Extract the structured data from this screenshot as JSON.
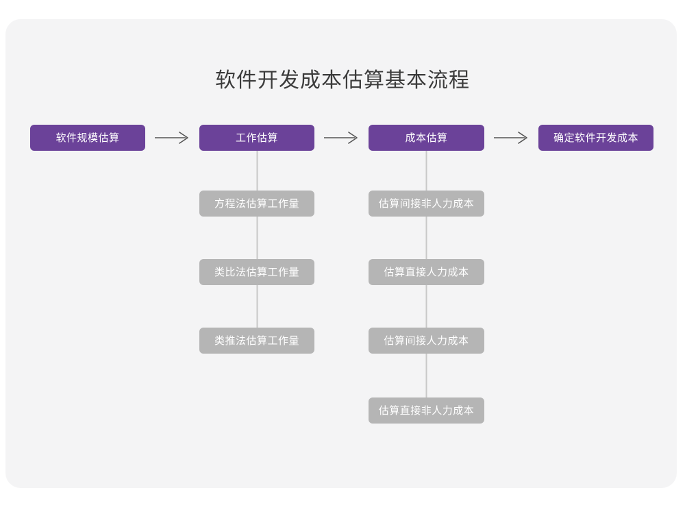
{
  "diagram": {
    "title": "软件开发成本估算基本流程",
    "type": "flowchart",
    "colors": {
      "canvas": "#ffffff",
      "card_background": "#f4f4f5",
      "primary_node": "#6b4299",
      "secondary_node": "#b5b5b5",
      "node_text": "#ffffff",
      "title_text": "#3b3b3b",
      "connector_line": "#c8c8c8",
      "arrow": "#555555"
    },
    "stages": [
      {
        "id": "s1",
        "label": "软件规模估算",
        "kind": "primary"
      },
      {
        "id": "s2",
        "label": "工作估算",
        "kind": "primary"
      },
      {
        "id": "s3",
        "label": "成本估算",
        "kind": "primary"
      },
      {
        "id": "s4",
        "label": "确定软件开发成本",
        "kind": "primary"
      }
    ],
    "arrows": [
      {
        "id": "a1",
        "glyph": "arrow-right-icon",
        "from": "s1",
        "to": "s2"
      },
      {
        "id": "a2",
        "glyph": "arrow-right-icon",
        "from": "s2",
        "to": "s3"
      },
      {
        "id": "a3",
        "glyph": "arrow-right-icon",
        "from": "s3",
        "to": "s4"
      }
    ],
    "branches": [
      {
        "parent": "s2",
        "parent_label": "工作估算",
        "items": [
          {
            "id": "a1",
            "label": "方程法估算工作量"
          },
          {
            "id": "a2",
            "label": "类比法估算工作量"
          },
          {
            "id": "a3",
            "label": "类推法估算工作量"
          }
        ]
      },
      {
        "parent": "s3",
        "parent_label": "成本估算",
        "items": [
          {
            "id": "b1",
            "label": "估算间接非人力成本"
          },
          {
            "id": "b2",
            "label": "估算直接人力成本"
          },
          {
            "id": "b3",
            "label": "估算间接人力成本"
          },
          {
            "id": "b4",
            "label": "估算直接非人力成本"
          }
        ]
      }
    ]
  }
}
